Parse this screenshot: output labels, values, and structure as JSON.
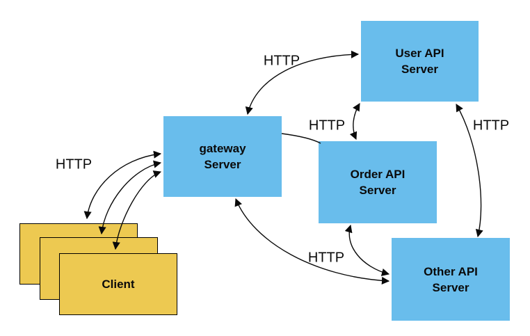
{
  "diagram": {
    "type": "architecture-diagram",
    "background": "#FFFFFF",
    "colors": {
      "service_box_fill": "#69BDEC",
      "client_box_fill": "#EDC951",
      "client_box_border": "#000000",
      "arrow": "#000000",
      "label_text": "#0A0A0A"
    },
    "nodes": {
      "gateway": {
        "lines": [
          "gateway",
          "Server"
        ]
      },
      "user": {
        "lines": [
          "User API",
          "Server"
        ]
      },
      "order": {
        "lines": [
          "Order API",
          "Server"
        ]
      },
      "other": {
        "lines": [
          "Other API",
          "Server"
        ]
      },
      "client": {
        "label": "Client"
      }
    },
    "edge_labels": {
      "client_gateway": "HTTP",
      "gateway_user": "HTTP",
      "gateway_order": "HTTP",
      "user_other": "HTTP",
      "gateway_other": "HTTP"
    },
    "edges": [
      {
        "from": "Client",
        "to": "gateway Server",
        "label": "HTTP",
        "bidirectional": true,
        "arrow_count": 3
      },
      {
        "from": "gateway Server",
        "to": "User API Server",
        "label": "HTTP",
        "bidirectional": true
      },
      {
        "from": "gateway Server",
        "to": "Order API Server",
        "label": "HTTP",
        "bidirectional": false
      },
      {
        "from": "User API Server",
        "to": "Order API Server",
        "label": "",
        "bidirectional": true
      },
      {
        "from": "User API Server",
        "to": "Other API Server",
        "label": "HTTP",
        "bidirectional": true
      },
      {
        "from": "Order API Server",
        "to": "Other API Server",
        "label": "",
        "bidirectional": true
      },
      {
        "from": "gateway Server",
        "to": "Other API Server",
        "label": "HTTP",
        "bidirectional": true
      }
    ]
  }
}
